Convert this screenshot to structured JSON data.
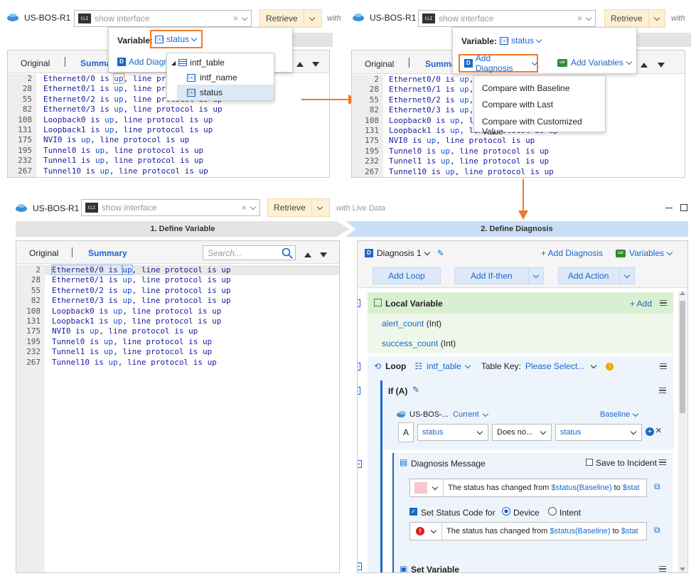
{
  "device": "US-BOS-R1",
  "cli_placeholder": "show interface",
  "retrieve": "Retrieve",
  "with_prefix": "with",
  "live_data": "Live Data",
  "code_lines": [
    {
      "n": "2",
      "a": "Ethernet0/0 is ",
      "b": "up",
      ", line protocol is up": "",
      "c": ", line protocol is up"
    },
    {
      "n": "28",
      "a": "Ethernet0/1 is ",
      "b": "up",
      "c": ", line protocol is up"
    },
    {
      "n": "55",
      "a": "Ethernet0/2 is ",
      "b": "up",
      "c": ", line protocol is up"
    },
    {
      "n": "82",
      "a": "Ethernet0/3 is ",
      "b": "up",
      "c": ", line protocol is up"
    },
    {
      "n": "108",
      "a": "Loopback0 is ",
      "b": "up",
      "c": ", line protocol is up"
    },
    {
      "n": "131",
      "a": "Loopback1 is ",
      "b": "up",
      "c": ", line protocol is up"
    },
    {
      "n": "175",
      "a": "NVI0 is ",
      "b": "up",
      "c": ", line protocol is up"
    },
    {
      "n": "195",
      "a": "Tunnel0 is ",
      "b": "up",
      "c": ", line protocol is up"
    },
    {
      "n": "232",
      "a": "Tunnel1 is ",
      "b": "up",
      "c": ", line protocol is up"
    },
    {
      "n": "267",
      "a": "Tunnel10 is ",
      "b": "up",
      "c": ", line protocol is up"
    }
  ],
  "tabs": {
    "original": "Original",
    "summary": "Summary",
    "summary_short": "Summa",
    "search_placeholder": "Search..."
  },
  "variable_label": "Variable:",
  "variable_value": "status",
  "add_diagnosis": "Add Diagnosis",
  "add_diag_short": "Add Diagn",
  "add_variables": "Add Variables",
  "tree": {
    "root": "intf_table",
    "children": [
      "intf_name",
      "status"
    ]
  },
  "diag_menu": [
    "Compare with Baseline",
    "Compare with Last",
    "Compare with Customized Value"
  ],
  "steps": {
    "step1": "1. Define Variable",
    "step2": "2. Define Diagnosis"
  },
  "diag": {
    "title": "Diagnosis 1",
    "add_diagnosis": "+ Add Diagnosis",
    "variables": "Variables",
    "add_loop": "Add Loop",
    "add_ifthen": "Add If-then",
    "add_action": "Add Action",
    "local_variable": "Local Variable",
    "add": "+ Add",
    "vars": [
      {
        "name": "alert_count",
        "type": "(Int)"
      },
      {
        "name": "success_count",
        "type": "(Int)"
      }
    ],
    "loop": "Loop",
    "loop_table": "intf_table",
    "table_key": "Table Key:",
    "table_key_value": "Please Select...",
    "if_label": "If (A)",
    "cond_device": "US-BOS-...",
    "current": "Current",
    "baseline": "Baseline",
    "cond_letter": "A",
    "cond_left": "status",
    "cond_op": "Does no...",
    "cond_right": "status",
    "diag_message": "Diagnosis Message",
    "save_incident": "Save to Incident",
    "msg_prefix": "The status has changed from ",
    "msg_var1": "$status(Baseline)",
    "msg_to": " to ",
    "msg_var2": "$stat",
    "set_status_code": "Set Status Code for",
    "opt_device": "Device",
    "opt_intent": "Intent",
    "set_variable": "Set Variable"
  },
  "colors": {
    "accent": "#1a67c9",
    "orange": "#f07a2a",
    "green_bg": "#e3f3dd"
  }
}
